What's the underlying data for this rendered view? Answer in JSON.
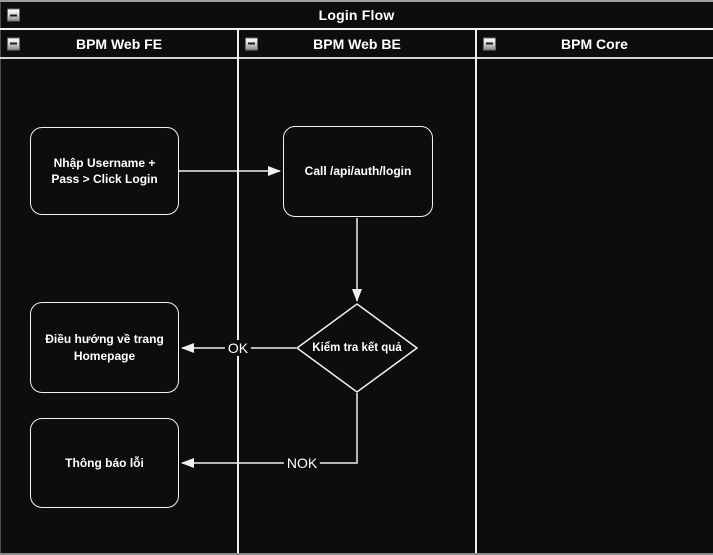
{
  "diagram": {
    "title": "Login Flow",
    "lanes": [
      {
        "label": "BPM Web FE"
      },
      {
        "label": "BPM Web BE"
      },
      {
        "label": "BPM Core"
      }
    ],
    "nodes": {
      "input_login": "Nhập Username + Pass > Click Login",
      "call_api": "Call /api/auth/login",
      "check_result": "Kiểm tra kết quả",
      "redirect_home": "Điều hướng về trang Homepage",
      "error_notice": "Thông báo lỗi"
    },
    "edge_labels": {
      "ok": "OK",
      "nok": "NOK"
    },
    "icons": {
      "collapse": "minus-icon"
    },
    "colors": {
      "background": "#0d0d0d",
      "line": "#f0f0f0",
      "text": "#ffffff"
    }
  }
}
